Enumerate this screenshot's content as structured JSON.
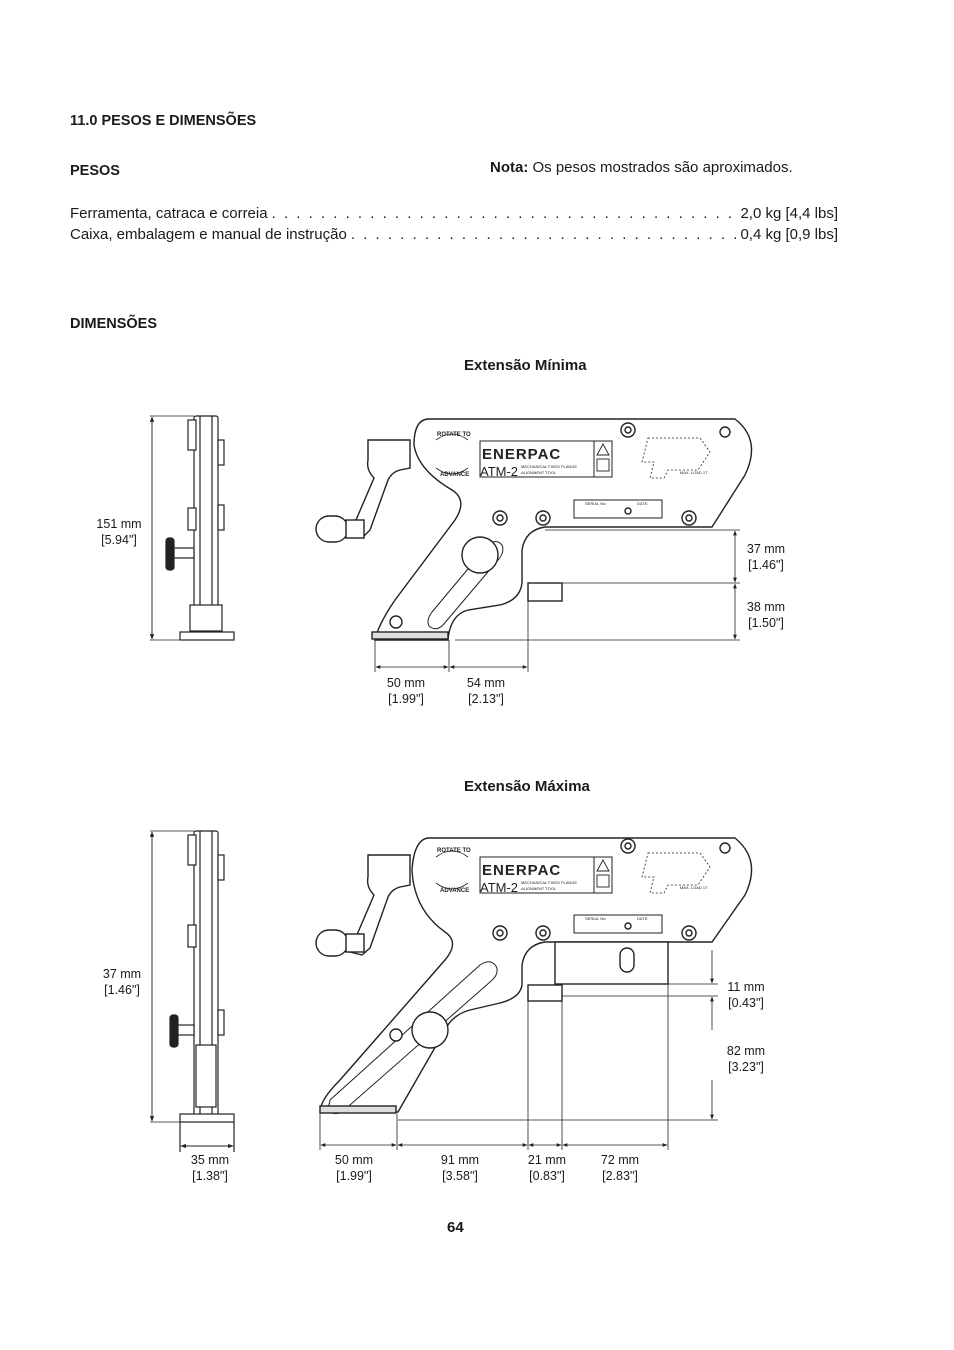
{
  "section_title": "11.0 PESOS E DIMENSÕES",
  "weights": {
    "heading": "PESOS",
    "note_label": "Nota:",
    "note_text": " Os pesos mostrados são aproximados.",
    "rows": [
      {
        "label": "Ferramenta, catraca e correia",
        "value": "2,0 kg [4,4 lbs]"
      },
      {
        "label": "Caixa, embalagem e manual de instrução",
        "value": "0,4 kg [0,9 lbs]"
      }
    ]
  },
  "dimensions": {
    "heading": "DIMENSÕES",
    "min": {
      "title": "Extensão Mínima",
      "labels": {
        "height_mm": "151 mm",
        "height_in": "[5.94\"]",
        "r1_mm": "37 mm",
        "r1_in": "[1.46\"]",
        "r2_mm": "38 mm",
        "r2_in": "[1.50\"]",
        "b1_mm": "50 mm",
        "b1_in": "[1.99\"]",
        "b2_mm": "54 mm",
        "b2_in": "[2.13\"]"
      }
    },
    "max": {
      "title": "Extensão Máxima",
      "labels": {
        "height_mm": "37 mm",
        "height_in": "[1.46\"]",
        "side_mm": "35 mm",
        "side_in": "[1.38\"]",
        "r1_mm": "11 mm",
        "r1_in": "[0.43\"]",
        "r2_mm": "82 mm",
        "r2_in": "[3.23\"]",
        "b1_mm": "50 mm",
        "b1_in": "[1.99\"]",
        "b2_mm": "91 mm",
        "b2_in": "[3.58\"]",
        "b3_mm": "21 mm",
        "b3_in": "[0.83\"]",
        "b4_mm": "72 mm",
        "b4_in": "[2.83\"]"
      }
    },
    "tool_markings": {
      "brand": "ENERPAC",
      "model": "ATM-2",
      "description_1": "MECHANICAL FIXED FLANGE",
      "description_2": "ALIGNMENT TOOL",
      "rotate_1": "ROTATE TO",
      "rotate_2": "ADVANCE",
      "serial": "SERIAL No:",
      "date": "DATE:",
      "max_load": "MAX. LOAD 1T"
    }
  },
  "page_number": "64"
}
